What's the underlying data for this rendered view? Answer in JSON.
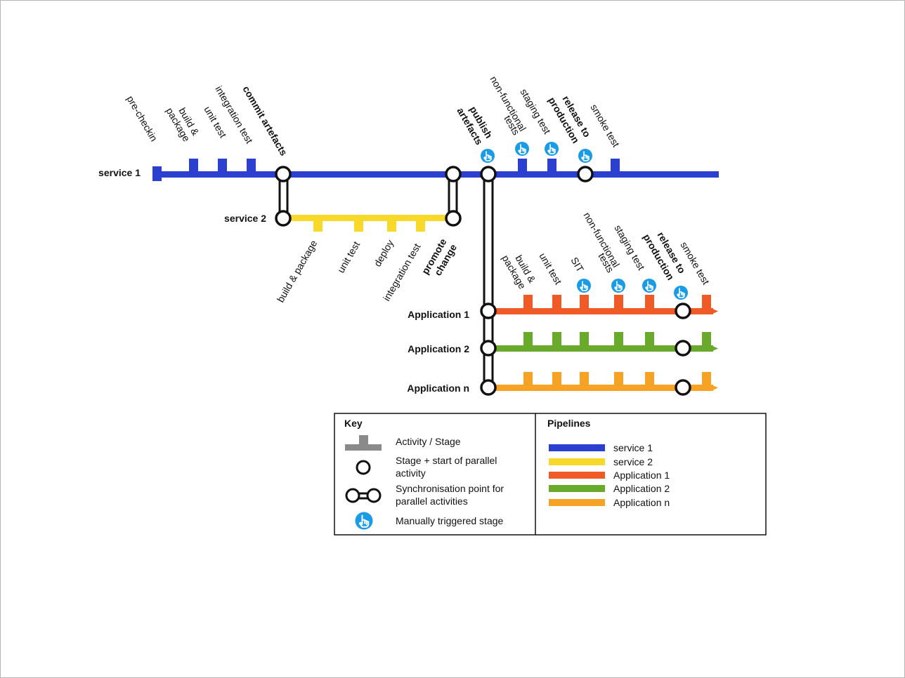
{
  "colors": {
    "service1": "#2b3fd1",
    "service2": "#f8d92a",
    "application1": "#ef5a26",
    "application2": "#6aaa2a",
    "applicationN": "#f6a224",
    "sync": "#111111",
    "manual": "#1a9be6",
    "activity_key": "#8a8a8a"
  },
  "lanes": {
    "service1": "service 1",
    "service2": "service 2",
    "app1": "Application 1",
    "app2": "Application 2",
    "appN": "Application n"
  },
  "service1_stages": {
    "pre_checkin": "pre-checkin",
    "build_package_1": "build &",
    "build_package_2": "package",
    "unit_test": "unit test",
    "integration_test": "integration test",
    "commit_artefacts": "commit artefacts",
    "publish_artefacts_1": "publish",
    "publish_artefacts_2": "artefacts",
    "non_functional_1": "non-functional",
    "non_functional_2": "tests",
    "staging_test": "staging test",
    "release_1": "release to",
    "release_2": "production",
    "smoke_test": "smoke test"
  },
  "service2_stages": {
    "build_package": "build & package",
    "unit_test": "unit test",
    "deploy": "deploy",
    "integration_test": "integration test",
    "promote_1": "promote",
    "promote_2": "change"
  },
  "application_stages": {
    "build_package_1": "build &",
    "build_package_2": "package",
    "unit_test": "unit test",
    "sit": "SIT",
    "non_functional_1": "non-functional",
    "non_functional_2": "tests",
    "staging_test": "staging test",
    "release_1": "release to",
    "release_2": "production",
    "smoke_test": "smoke test"
  },
  "key": {
    "title": "Key",
    "activity": "Activity / Stage",
    "stage_start_1": "Stage + start of parallel",
    "stage_start_2": "activity",
    "sync_1": "Synchronisation point for",
    "sync_2": "parallel activities",
    "manual": "Manually triggered stage"
  },
  "pipelines": {
    "title": "Pipelines",
    "items": [
      "service 1",
      "service 2",
      "Application 1",
      "Application 2",
      "Application n"
    ]
  }
}
